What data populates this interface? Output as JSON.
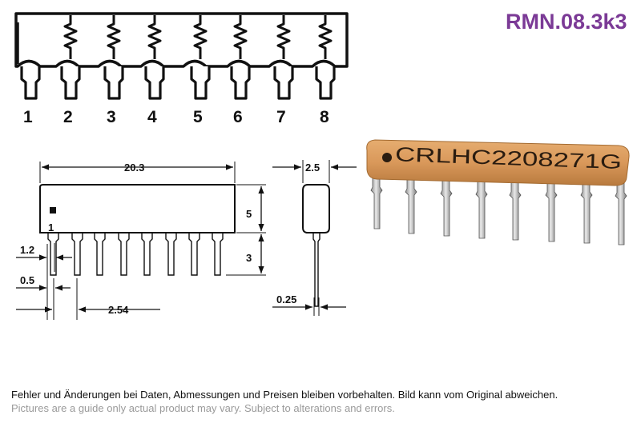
{
  "product_code": "RMN.08.3k3",
  "schematic": {
    "pin_numbers": [
      "1",
      "2",
      "3",
      "4",
      "5",
      "6",
      "7",
      "8"
    ]
  },
  "front_view": {
    "length": "20.3",
    "height": "5",
    "lead_length": "3",
    "pin_width": "1.2",
    "lead_thickness": "0.5",
    "pitch": "2.54",
    "pin1_label": "1"
  },
  "side_view": {
    "thickness": "2.5",
    "lead_width": "0.25"
  },
  "photo": {
    "marking": "CRLHC2208271G",
    "body_color": "#d99a5b"
  },
  "disclaimer": {
    "german": "Fehler und Änderungen bei Daten, Abmessungen und Preisen bleiben vorbehalten. Bild kann vom Original abweichen.",
    "english": "Pictures are a guide only actual product may vary. Subject to alterations and errors."
  }
}
